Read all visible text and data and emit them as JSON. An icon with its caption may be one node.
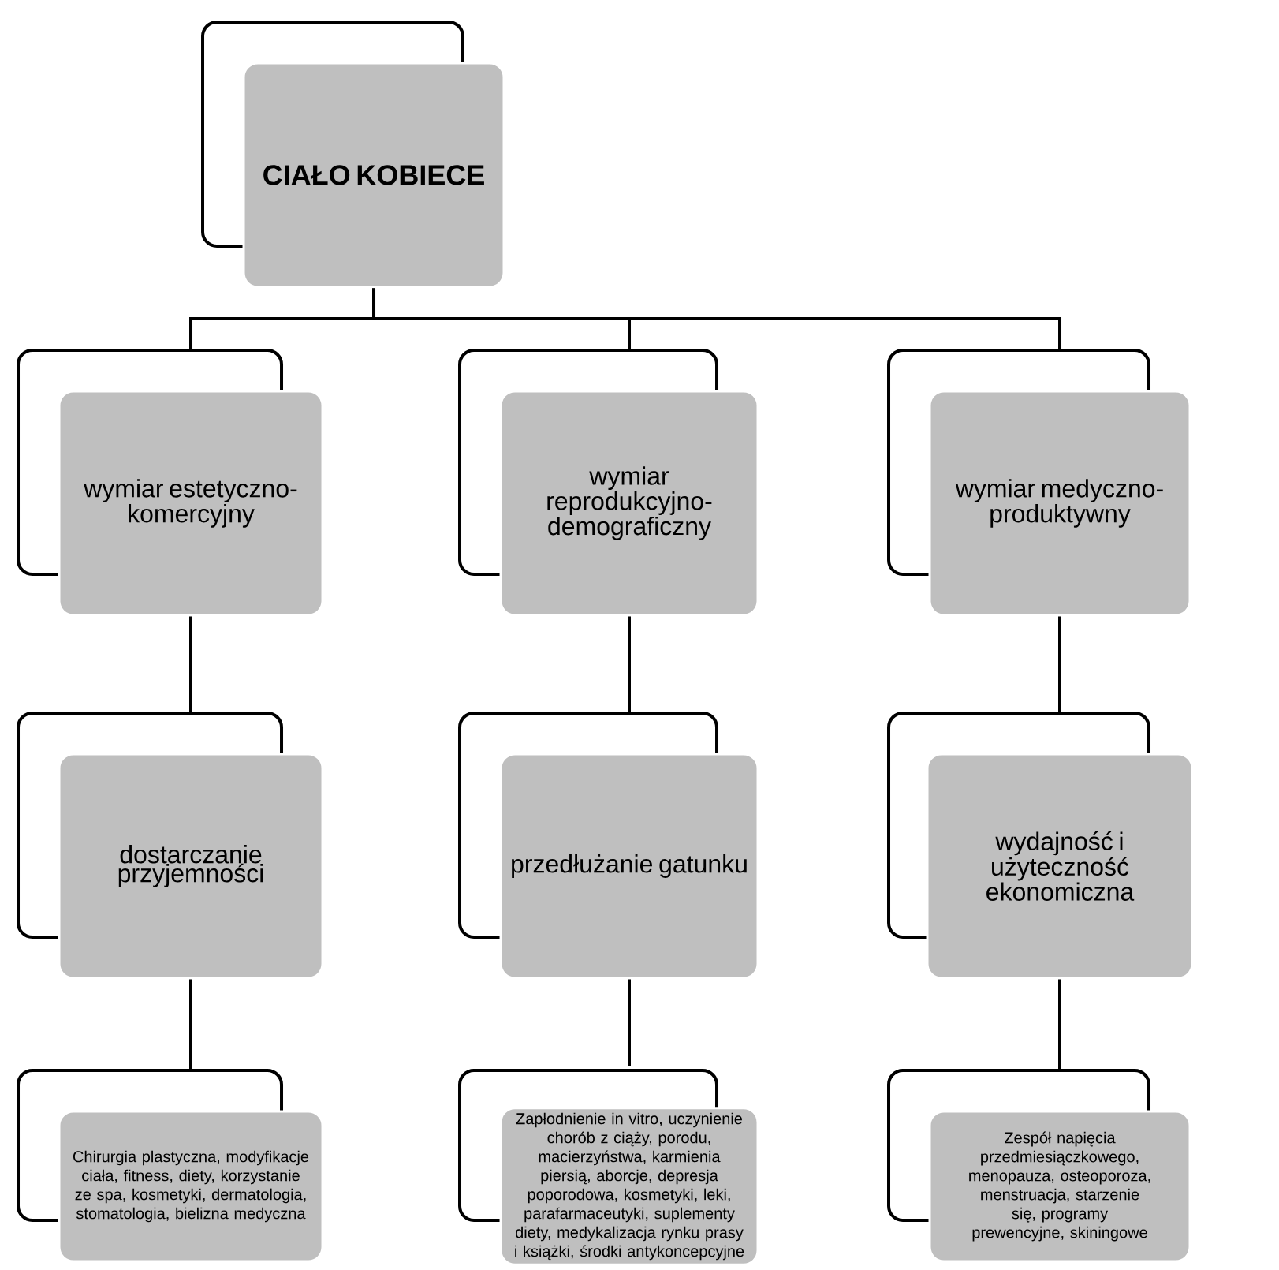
{
  "diagram": {
    "nodes": [
      {
        "text": [
          "CIAŁO KOBIECE"
        ]
      },
      {
        "text": [
          "wymiar estetyczno-komercyjny"
        ]
      },
      {
        "text": [
          "wymiar reprodukcyjno-demograficzny"
        ]
      },
      {
        "text": [
          "wymiar medyczno-produktywny"
        ]
      },
      {
        "text": [
          "dostarczanie przyjemności"
        ]
      },
      {
        "text": [
          "przedłużanie gatunku"
        ]
      },
      {
        "text": [
          "wydajność i użyteczność ekonomiczna"
        ]
      },
      {
        "text": [
          "Chirurgia plastyczna, modyfikacje ciała, fitness, diety, korzystanie ze spa, kosmetyki, dermatologia, stomatologia, bielizna medyczna"
        ]
      },
      {
        "text": [
          "Zapłodnienie in vitro, uczynienie chorób z ciąży, porodu, macierzyństwa, karmienia piersią, aborcje, depresja poporodowa, kosmetyki, leki, parafarmaceutyki, suplementy diety, medykalizacja rynku prasy i książki, środki antykoncepcyjne"
        ]
      },
      {
        "text": [
          "Zespół napięcia przedmiesiączkowego, menopauza, osteoporoza, menstruacja, starzenie się, programy prewencyjne, skiningowe"
        ]
      }
    ],
    "edges": [
      {
        "from": 0,
        "to": 1,
        "arrow": "none"
      },
      {
        "from": 0,
        "to": 2,
        "arrow": "none"
      },
      {
        "from": 0,
        "to": 3,
        "arrow": "none"
      },
      {
        "from": 1,
        "to": 4,
        "arrow": "none"
      },
      {
        "from": 2,
        "to": 5,
        "arrow": "none"
      },
      {
        "from": 3,
        "to": 6,
        "arrow": "none"
      },
      {
        "from": 4,
        "to": 7,
        "arrow": "none"
      },
      {
        "from": 5,
        "to": 8,
        "arrow": "none"
      },
      {
        "from": 6,
        "to": 9,
        "arrow": "none"
      }
    ]
  }
}
